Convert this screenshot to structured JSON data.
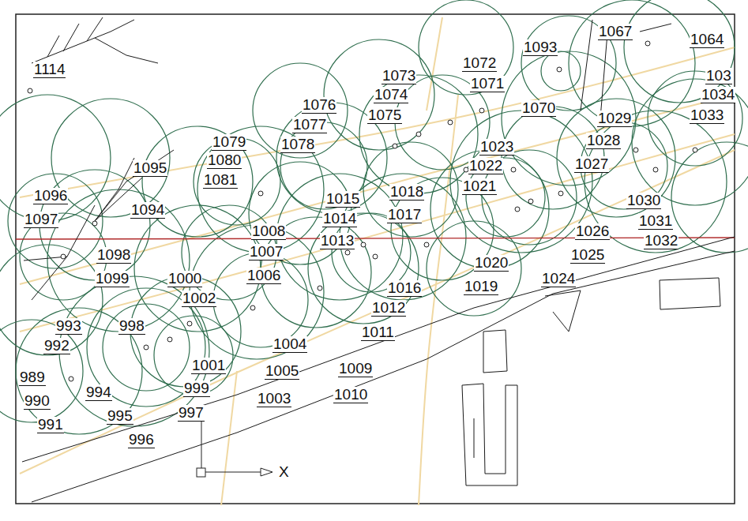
{
  "diagram": {
    "labels": [
      "1067",
      "1064",
      "1093",
      "1072",
      "1114",
      "1073",
      "103",
      "1071",
      "1074",
      "1034",
      "1076",
      "1070",
      "1075",
      "1033",
      "1029",
      "1077",
      "1028",
      "1079",
      "1078",
      "1023",
      "1080",
      "1027",
      "1022",
      "1095",
      "1081",
      "1021",
      "1018",
      "1096",
      "1015",
      "1030",
      "1094",
      "1017",
      "1014",
      "1097",
      "1031",
      "1008",
      "1026",
      "1013",
      "1032",
      "1007",
      "1098",
      "1025",
      "1020",
      "1006",
      "1099",
      "1000",
      "1024",
      "1019",
      "1016",
      "1002",
      "1012",
      "993",
      "998",
      "1011",
      "1004",
      "992",
      "1001",
      "1009",
      "1005",
      "989",
      "999",
      "994",
      "1010",
      "1003",
      "990",
      "997",
      "995",
      "991",
      "996",
      "X"
    ]
  }
}
